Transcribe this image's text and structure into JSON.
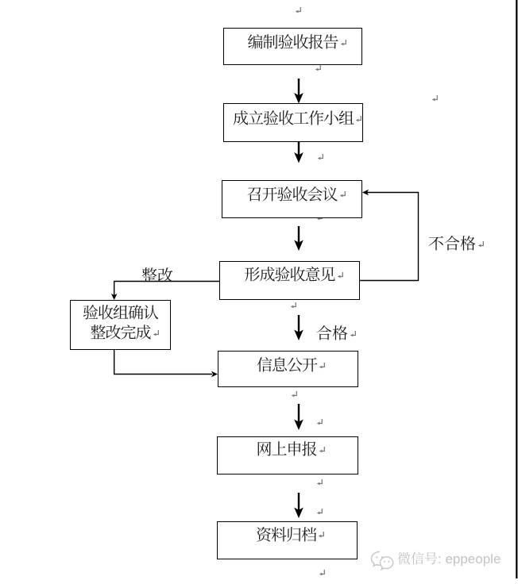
{
  "diagram": {
    "type": "flowchart",
    "nodes": [
      {
        "id": "prepare-report",
        "label": "编制验收报告"
      },
      {
        "id": "form-team",
        "label": "成立验收工作小组"
      },
      {
        "id": "hold-meeting",
        "label": "召开验收会议"
      },
      {
        "id": "form-opinion",
        "label": "形成验收意见"
      },
      {
        "id": "confirm-rectification",
        "label_line1": "验收组确认",
        "label_line2": "整改完成"
      },
      {
        "id": "publish-info",
        "label": "信息公开"
      },
      {
        "id": "online-report",
        "label": "网上申报"
      },
      {
        "id": "archive",
        "label": "资料归档"
      }
    ],
    "edges": [
      {
        "from": "prepare-report",
        "to": "form-team",
        "label": ""
      },
      {
        "from": "form-team",
        "to": "hold-meeting",
        "label": ""
      },
      {
        "from": "hold-meeting",
        "to": "form-opinion",
        "label": ""
      },
      {
        "from": "form-opinion",
        "to": "publish-info",
        "label": "合格"
      },
      {
        "from": "form-opinion",
        "to": "hold-meeting",
        "label": "不合格"
      },
      {
        "from": "form-opinion",
        "to": "confirm-rectification",
        "label": "整改"
      },
      {
        "from": "confirm-rectification",
        "to": "publish-info",
        "label": ""
      },
      {
        "from": "publish-info",
        "to": "online-report",
        "label": ""
      },
      {
        "from": "online-report",
        "to": "archive",
        "label": ""
      }
    ],
    "edge_labels": {
      "rectify": "整改",
      "fail": "不合格",
      "pass": "合格"
    }
  },
  "watermark": {
    "icon": "wechat-icon",
    "text": "微信号: eppeople"
  },
  "formatting_mark": {
    "symbol": "↵",
    "meaning": "line-break mark"
  },
  "colors": {
    "background": "#ffffff",
    "line": "#000000",
    "node_border": "#000000",
    "node_text": "#1c1c1c",
    "mark": "#7d7d7d",
    "watermark": "#c3c3c3"
  }
}
